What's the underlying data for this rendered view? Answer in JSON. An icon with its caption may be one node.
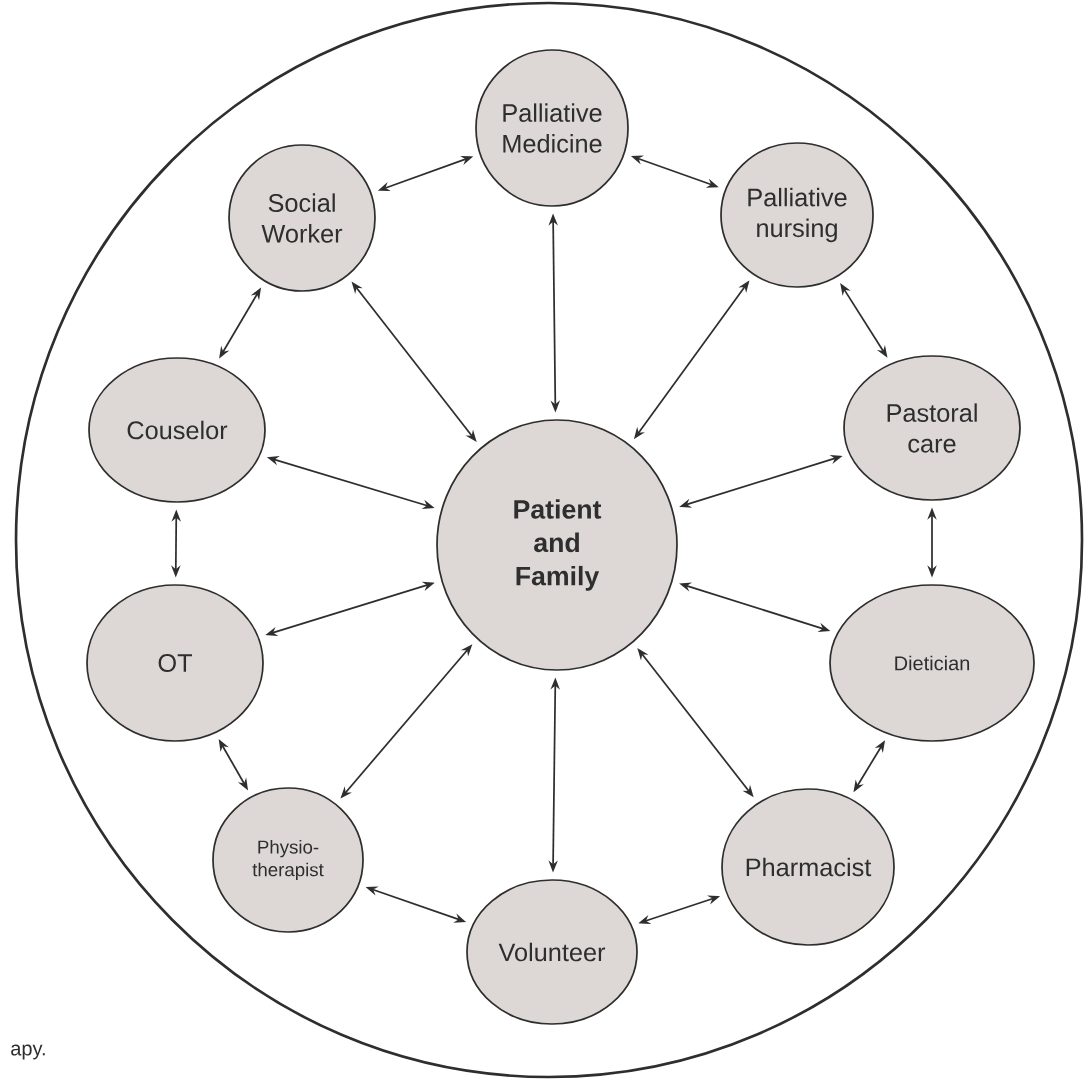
{
  "diagram": {
    "nodes": [
      {
        "text": [],
        "shape": "circle"
      },
      {
        "text": [
          "Palliative Medicine"
        ],
        "in": 0
      },
      {
        "text": [
          "Social Worker"
        ],
        "in": 0
      },
      {
        "text": [
          "Palliative nursing"
        ],
        "in": 0
      },
      {
        "text": [
          "Couselor"
        ],
        "in": 0
      },
      {
        "text": [
          "Pastoral care"
        ],
        "in": 0
      },
      {
        "text": [
          "Patient and Family"
        ],
        "in": 0
      },
      {
        "text": [
          "OT"
        ],
        "in": 0
      },
      {
        "text": [
          "Dietician"
        ],
        "in": 0
      },
      {
        "text": [
          "Physio- therapist"
        ],
        "in": 0
      },
      {
        "text": [
          "Pharmacist"
        ],
        "in": 0
      },
      {
        "text": [
          "Volunteer"
        ],
        "in": 0
      }
    ],
    "edges": [
      {
        "from": 6,
        "to": 1,
        "arrow": "both"
      },
      {
        "from": 6,
        "to": 2,
        "arrow": "both"
      },
      {
        "from": 6,
        "to": 3,
        "arrow": "both"
      },
      {
        "from": 6,
        "to": 4,
        "arrow": "both"
      },
      {
        "from": 6,
        "to": 5,
        "arrow": "both"
      },
      {
        "from": 6,
        "to": 7,
        "arrow": "both"
      },
      {
        "from": 6,
        "to": 8,
        "arrow": "both"
      },
      {
        "from": 6,
        "to": 9,
        "arrow": "both"
      },
      {
        "from": 6,
        "to": 10,
        "arrow": "both"
      },
      {
        "from": 6,
        "to": 11,
        "arrow": "both"
      },
      {
        "from": 2,
        "to": 1,
        "arrow": "both"
      },
      {
        "from": 1,
        "to": 3,
        "arrow": "both"
      },
      {
        "from": 2,
        "to": 4,
        "arrow": "both"
      },
      {
        "from": 3,
        "to": 5,
        "arrow": "both"
      },
      {
        "from": 4,
        "to": 7,
        "arrow": "both"
      },
      {
        "from": 5,
        "to": 8,
        "arrow": "both"
      },
      {
        "from": 7,
        "to": 9,
        "arrow": "both"
      },
      {
        "from": 8,
        "to": 10,
        "arrow": "both"
      },
      {
        "from": 9,
        "to": 11,
        "arrow": "both"
      },
      {
        "from": 11,
        "to": 10,
        "arrow": "both"
      }
    ],
    "labels": [
      "apy."
    ]
  }
}
